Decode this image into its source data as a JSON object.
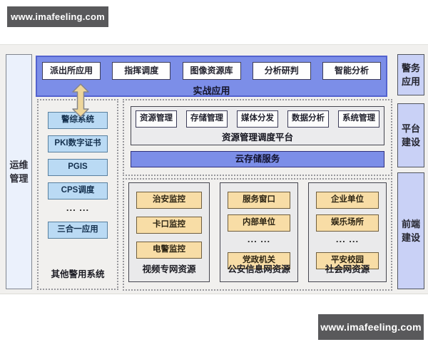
{
  "watermarks": {
    "top_left": "www.imafeeling.com",
    "bottom_right": "www.imafeeling.com"
  },
  "icons": {
    "flow_arrow": "double-vertical-arrow"
  },
  "colors": {
    "band_blue": "#7c8ee8",
    "pill_blue": "#badaf4",
    "pill_tan": "#f8dda6",
    "lavender_rail": "#c9d1f6",
    "ops_rail": "#ebf1fc",
    "watermark_bg": "#59595b",
    "arrow_fill": "#eed69b",
    "canvas_bg": "#f1f0ee"
  },
  "left_rail": {
    "label": "运维管理"
  },
  "right_rail": {
    "items": [
      {
        "label": "警务应用"
      },
      {
        "label": "平台建设"
      },
      {
        "label": "前端建设"
      }
    ]
  },
  "combat": {
    "title": "实战应用",
    "apps": [
      {
        "label": "派出所应用"
      },
      {
        "label": "指挥调度"
      },
      {
        "label": "图像资源库"
      },
      {
        "label": "分析研判"
      },
      {
        "label": "智能分析"
      }
    ]
  },
  "other_systems": {
    "title": "其他警用系统",
    "items": [
      {
        "label": "警综系统",
        "type": "box"
      },
      {
        "label": "PKI数字证书",
        "type": "box"
      },
      {
        "label": "PGIS",
        "type": "box"
      },
      {
        "label": "CPS调度",
        "type": "box"
      },
      {
        "label": "... ...",
        "type": "dots"
      },
      {
        "label": "三合一应用",
        "type": "box"
      }
    ]
  },
  "platform": {
    "title": "资源管理调度平台",
    "functions": [
      {
        "label": "资源管理"
      },
      {
        "label": "存储管理"
      },
      {
        "label": "媒体分发"
      },
      {
        "label": "数据分析"
      },
      {
        "label": "系统管理"
      }
    ],
    "cloud_service": "云存储服务"
  },
  "resources": {
    "groups": [
      {
        "title": "视频专网资源",
        "items": [
          {
            "label": "治安监控",
            "type": "box"
          },
          {
            "label": "卡口监控",
            "type": "box"
          },
          {
            "label": "电警监控",
            "type": "box"
          }
        ]
      },
      {
        "title": "公安信息网资源",
        "items": [
          {
            "label": "服务窗口",
            "type": "box"
          },
          {
            "label": "内部单位",
            "type": "box"
          },
          {
            "label": "... ...",
            "type": "dots"
          },
          {
            "label": "党政机关",
            "type": "box"
          }
        ]
      },
      {
        "title": "社会网资源",
        "items": [
          {
            "label": "企业单位",
            "type": "box"
          },
          {
            "label": "娱乐场所",
            "type": "box"
          },
          {
            "label": "... ...",
            "type": "dots"
          },
          {
            "label": "平安校园",
            "type": "box"
          }
        ]
      }
    ]
  }
}
